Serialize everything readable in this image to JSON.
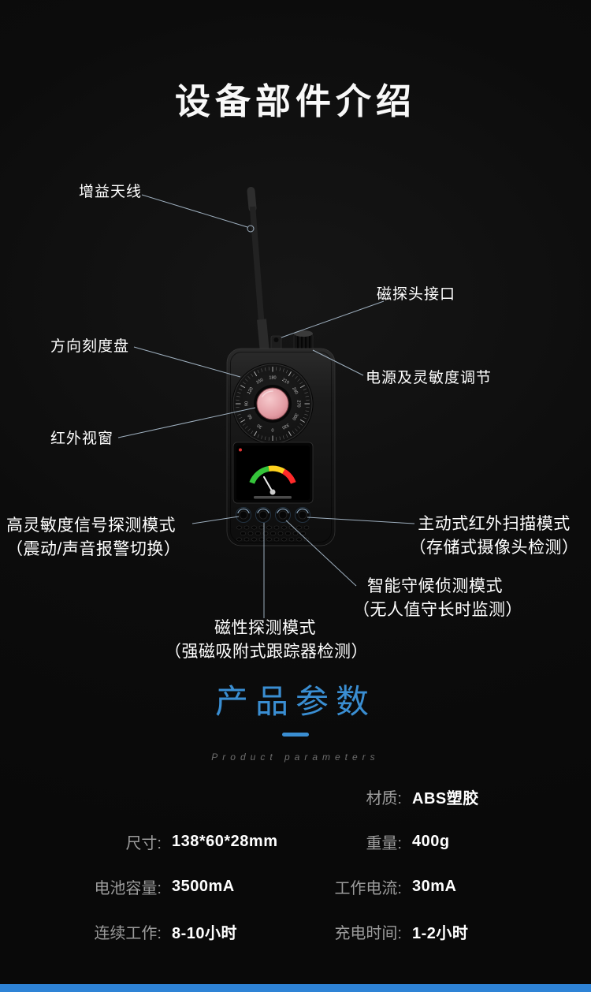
{
  "header": {
    "title": "设备部件介绍"
  },
  "callouts": {
    "antenna": {
      "label": "增益天线"
    },
    "probe_port": {
      "label": "磁探头接口"
    },
    "dial": {
      "label": "方向刻度盘"
    },
    "power_knob": {
      "label": "电源及灵敏度调节"
    },
    "ir_window": {
      "label": "红外视窗"
    },
    "signal_mode": {
      "line1": "高灵敏度信号探测模式",
      "line2": "（震动/声音报警切换）"
    },
    "ir_scan_mode": {
      "line1": "主动式红外扫描模式",
      "line2": "（存储式摄像头检测）"
    },
    "guard_mode": {
      "line1": "智能守候侦测模式",
      "line2": "（无人值守长时监测）"
    },
    "magnetic_mode": {
      "line1": "磁性探测模式",
      "line2": "（强磁吸附式跟踪器检测）"
    }
  },
  "params": {
    "title": "产品参数",
    "subtitle": "Product parameters",
    "rows": [
      {
        "left_label": "",
        "left_value": "",
        "right_label": "材质:",
        "right_value": "ABS塑胶"
      },
      {
        "left_label": "尺寸:",
        "left_value": "138*60*28mm",
        "right_label": "重量:",
        "right_value": "400g"
      },
      {
        "left_label": "电池容量:",
        "left_value": "3500mA",
        "right_label": "工作电流:",
        "right_value": "30mA"
      },
      {
        "left_label": "连续工作:",
        "left_value": "8-10小时",
        "right_label": "充电时间:",
        "right_value": "1-2小时"
      }
    ]
  },
  "colors": {
    "accent": "#3a8ed2",
    "callout_line": "#b7cbdd",
    "bottom_bar": "#2e83d6"
  },
  "device": {
    "dial_marks": [
      "0",
      "30",
      "60",
      "90",
      "120",
      "150",
      "180",
      "210",
      "240",
      "270",
      "300",
      "330"
    ]
  }
}
